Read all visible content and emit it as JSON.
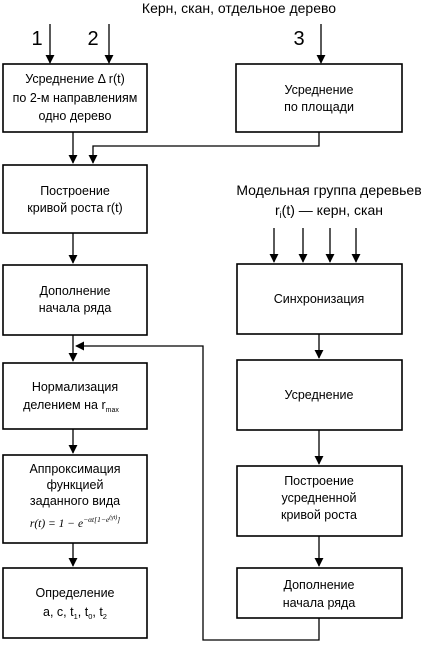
{
  "header": {
    "title": "Керн, скан, отдельное дерево",
    "inputs": [
      "1",
      "2",
      "3"
    ]
  },
  "right_header": {
    "line1": "Модельная группа деревьев",
    "line2_main": "r",
    "line2_sub": "i",
    "line2_rest": "(t) — керн, скан"
  },
  "boxes": {
    "averaging_two_dirs": {
      "line1_prefix": "Усреднение Δ r(t)",
      "line2": "по 2-м направлениям",
      "line3": "одно дерево"
    },
    "averaging_area": {
      "line1": "Усреднение",
      "line2": "по площади"
    },
    "growth_curve": {
      "line1": "Построение",
      "line2": "кривой роста r(t)"
    },
    "series_start_left": {
      "line1": "Дополнение",
      "line2": "начала ряда"
    },
    "normalization": {
      "line1": "Нормализация",
      "line2_main": "делением на r",
      "line2_sub": "max"
    },
    "approximation": {
      "line1": "Аппроксимация",
      "line2": "функцией",
      "line3": "заданного вида",
      "formula_lhs": "r(t) = 1 − e",
      "formula_exp": "−αt[1−e",
      "formula_exp2": "(γt)",
      "formula_exp3": "]"
    },
    "determination": {
      "line1": "Определение",
      "line2_parts": [
        "a, c, t",
        "1",
        ", t",
        "0",
        ", t",
        "2"
      ]
    },
    "synchronization": {
      "line1": "Синхронизация"
    },
    "averaging_right": {
      "line1": "Усреднение"
    },
    "averaged_curve": {
      "line1": "Построение",
      "line2": "усредненной",
      "line3": "кривой роста"
    },
    "series_start_right": {
      "line1": "Дополнение",
      "line2": "начала ряда"
    }
  }
}
